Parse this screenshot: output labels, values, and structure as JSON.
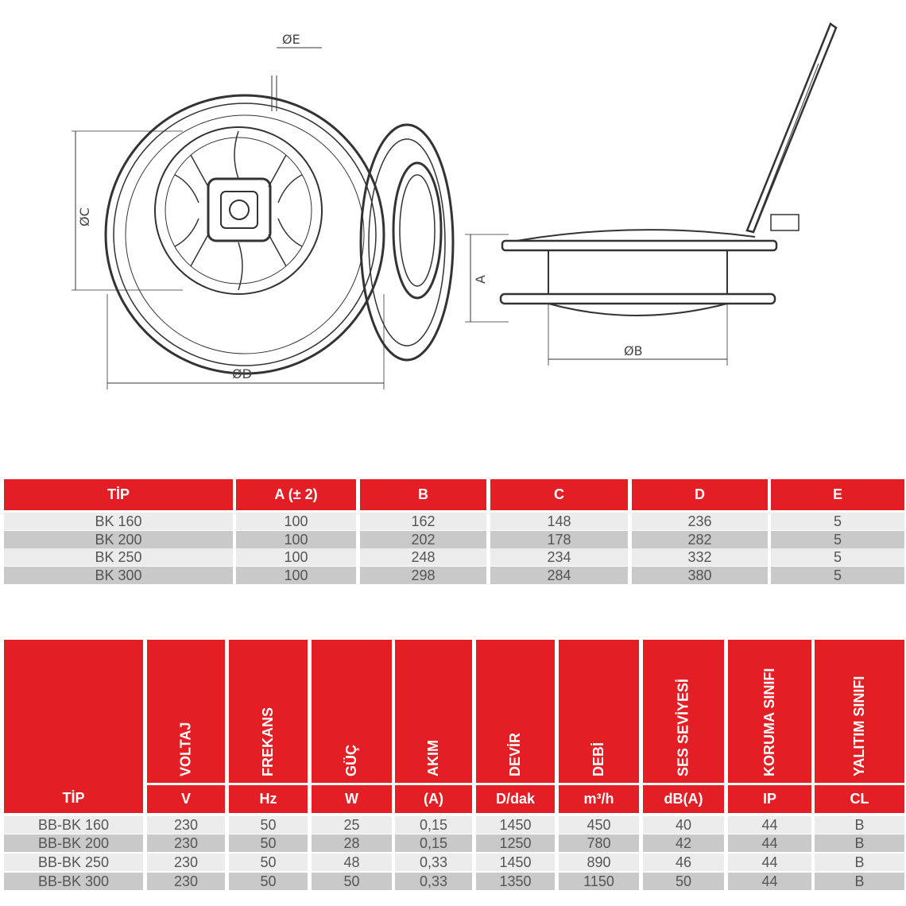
{
  "drawing": {
    "labels": {
      "e": "ØE",
      "c": "ØC",
      "d": "ØD",
      "a": "A",
      "b": "ØB"
    }
  },
  "colors": {
    "header": "#e31e24",
    "row_light": "#ececec",
    "row_dark": "#c9c9c9"
  },
  "dimensions_table": {
    "headers": [
      "TİP",
      "A (± 2)",
      "B",
      "C",
      "D",
      "E"
    ],
    "rows": [
      [
        "BK 160",
        "100",
        "162",
        "148",
        "236",
        "5"
      ],
      [
        "BK 200",
        "100",
        "202",
        "178",
        "282",
        "5"
      ],
      [
        "BK 250",
        "100",
        "248",
        "234",
        "332",
        "5"
      ],
      [
        "BK 300",
        "100",
        "298",
        "284",
        "380",
        "5"
      ]
    ]
  },
  "specs_table": {
    "tip_label": "TİP",
    "headers": [
      "VOLTAJ",
      "FREKANS",
      "GÜÇ",
      "AKIM",
      "DEVİR",
      "DEBİ",
      "SES SEVİYESİ",
      "KORUMA SINIFI",
      "YALITIM SINIFI"
    ],
    "units": [
      "V",
      "Hz",
      "W",
      "(A)",
      "D/dak",
      "m³/h",
      "dB(A)",
      "IP",
      "CL"
    ],
    "rows": [
      [
        "BB-BK 160",
        "230",
        "50",
        "25",
        "0,15",
        "1450",
        "450",
        "40",
        "44",
        "B"
      ],
      [
        "BB-BK 200",
        "230",
        "50",
        "28",
        "0,15",
        "1250",
        "780",
        "42",
        "44",
        "B"
      ],
      [
        "BB-BK 250",
        "230",
        "50",
        "48",
        "0,33",
        "1450",
        "890",
        "46",
        "44",
        "B"
      ],
      [
        "BB-BK 300",
        "230",
        "50",
        "50",
        "0,33",
        "1350",
        "1150",
        "50",
        "44",
        "B"
      ]
    ]
  }
}
